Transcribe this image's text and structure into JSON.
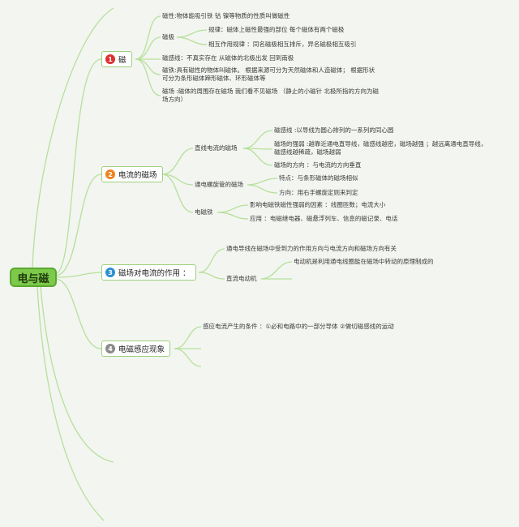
{
  "root": {
    "title": "电与磁"
  },
  "topics": [
    {
      "num": "1",
      "title": "磁",
      "color": "#e02f2f",
      "items": [
        "磁性:物体能吸引铁 钴 镍等物质的性质叫做磁性",
        "磁极",
        "规律：磁体上磁性最强的部位 每个磁体有两个磁极",
        "相互作用规律 ：同名磁极相互排斥，异名磁极相互吸引",
        "磁感线：不真实存在 从磁体的北极出发 回到南极",
        "磁铁:具有磁性的物体叫磁体。 根据来源可分为天然磁体和人造磁体； 根据形状可分为条形磁体蹄形磁体、环形磁体等",
        "磁场 :磁体的周围存在磁场 我们看不见磁场 （静止的小磁针 北极所指的方向为磁场方向）"
      ]
    },
    {
      "num": "2",
      "title": "电流的磁场",
      "color": "#f0821e",
      "items": [
        "直线电流的磁场",
        "磁感线 :以导线为圆心排列的一系列的同心圆",
        "磁场的强弱 :越靠近通电直导线，磁感线越密，磁场越强 ；越远离通电直导线，磁感线越稀疏，磁场越弱",
        "磁场的方向 ：与电流的方向垂直",
        "通电螺旋管的磁场",
        "特点：与条形磁体的磁场相似",
        "方向：用右手螺旋定则来判定",
        "电磁铁",
        "影响电磁铁磁性强弱的因素 ：线圈匝数；电流大小",
        "应用 ：电磁继电器、磁悬浮列车、信息的磁记录、电话"
      ]
    },
    {
      "num": "3",
      "title": "磁场对电流的作用 ：",
      "color": "#2d8fd6",
      "items": [
        "通电导线在磁场中受到力的作用方向与电流方向和磁场方向有关",
        "直流电动机",
        "电动机是利用通电线圈能在磁场中转动的原理制成的"
      ]
    },
    {
      "num": "4",
      "title": "电磁感应现象",
      "color": "#8a8a8a",
      "items": [
        "感应电流产生的条件 ：①必和电路中的一部分导体 ②做切磁感线的运动"
      ]
    }
  ],
  "colors": {
    "line": "#b6e09a",
    "node_border": "#9dcf7b",
    "root_fill": "#7cc94b"
  }
}
